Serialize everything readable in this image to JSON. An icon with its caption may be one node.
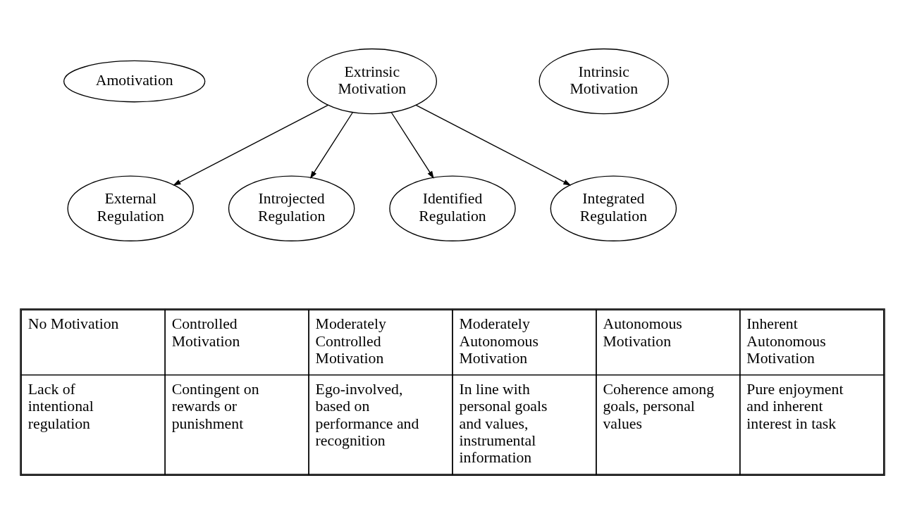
{
  "diagram": {
    "nodes": [
      {
        "text": [
          "Amotivation"
        ]
      },
      {
        "text": [
          "Extrinsic Motivation"
        ]
      },
      {
        "text": [
          "Intrinsic Motivation"
        ]
      },
      {
        "text": [
          "External Regulation"
        ]
      },
      {
        "text": [
          "Introjected Regulation"
        ]
      },
      {
        "text": [
          "Identified Regulation"
        ]
      },
      {
        "text": [
          "Integrated Regulation"
        ]
      }
    ],
    "edges": [
      {
        "from": 1,
        "to": 3,
        "arrow": "to"
      },
      {
        "from": 1,
        "to": 4,
        "arrow": "to"
      },
      {
        "from": 1,
        "to": 5,
        "arrow": "to"
      },
      {
        "from": 1,
        "to": 6,
        "arrow": "to"
      }
    ],
    "labels": [
      "No Motivation",
      "Controlled Motivation",
      "Moderately Controlled Motivation",
      "Moderately Autonomous Motivation",
      "Autonomous Motivation",
      "Inherent Autonomous Motivation",
      "Lack of intentional regulation",
      "Contingent on rewards or punishment",
      "Ego-involved, based on performance and recognition",
      "In line with personal goals and values, instrumental information",
      "Coherence among goals, personal values",
      "Pure enjoyment and inherent interest in task"
    ]
  }
}
